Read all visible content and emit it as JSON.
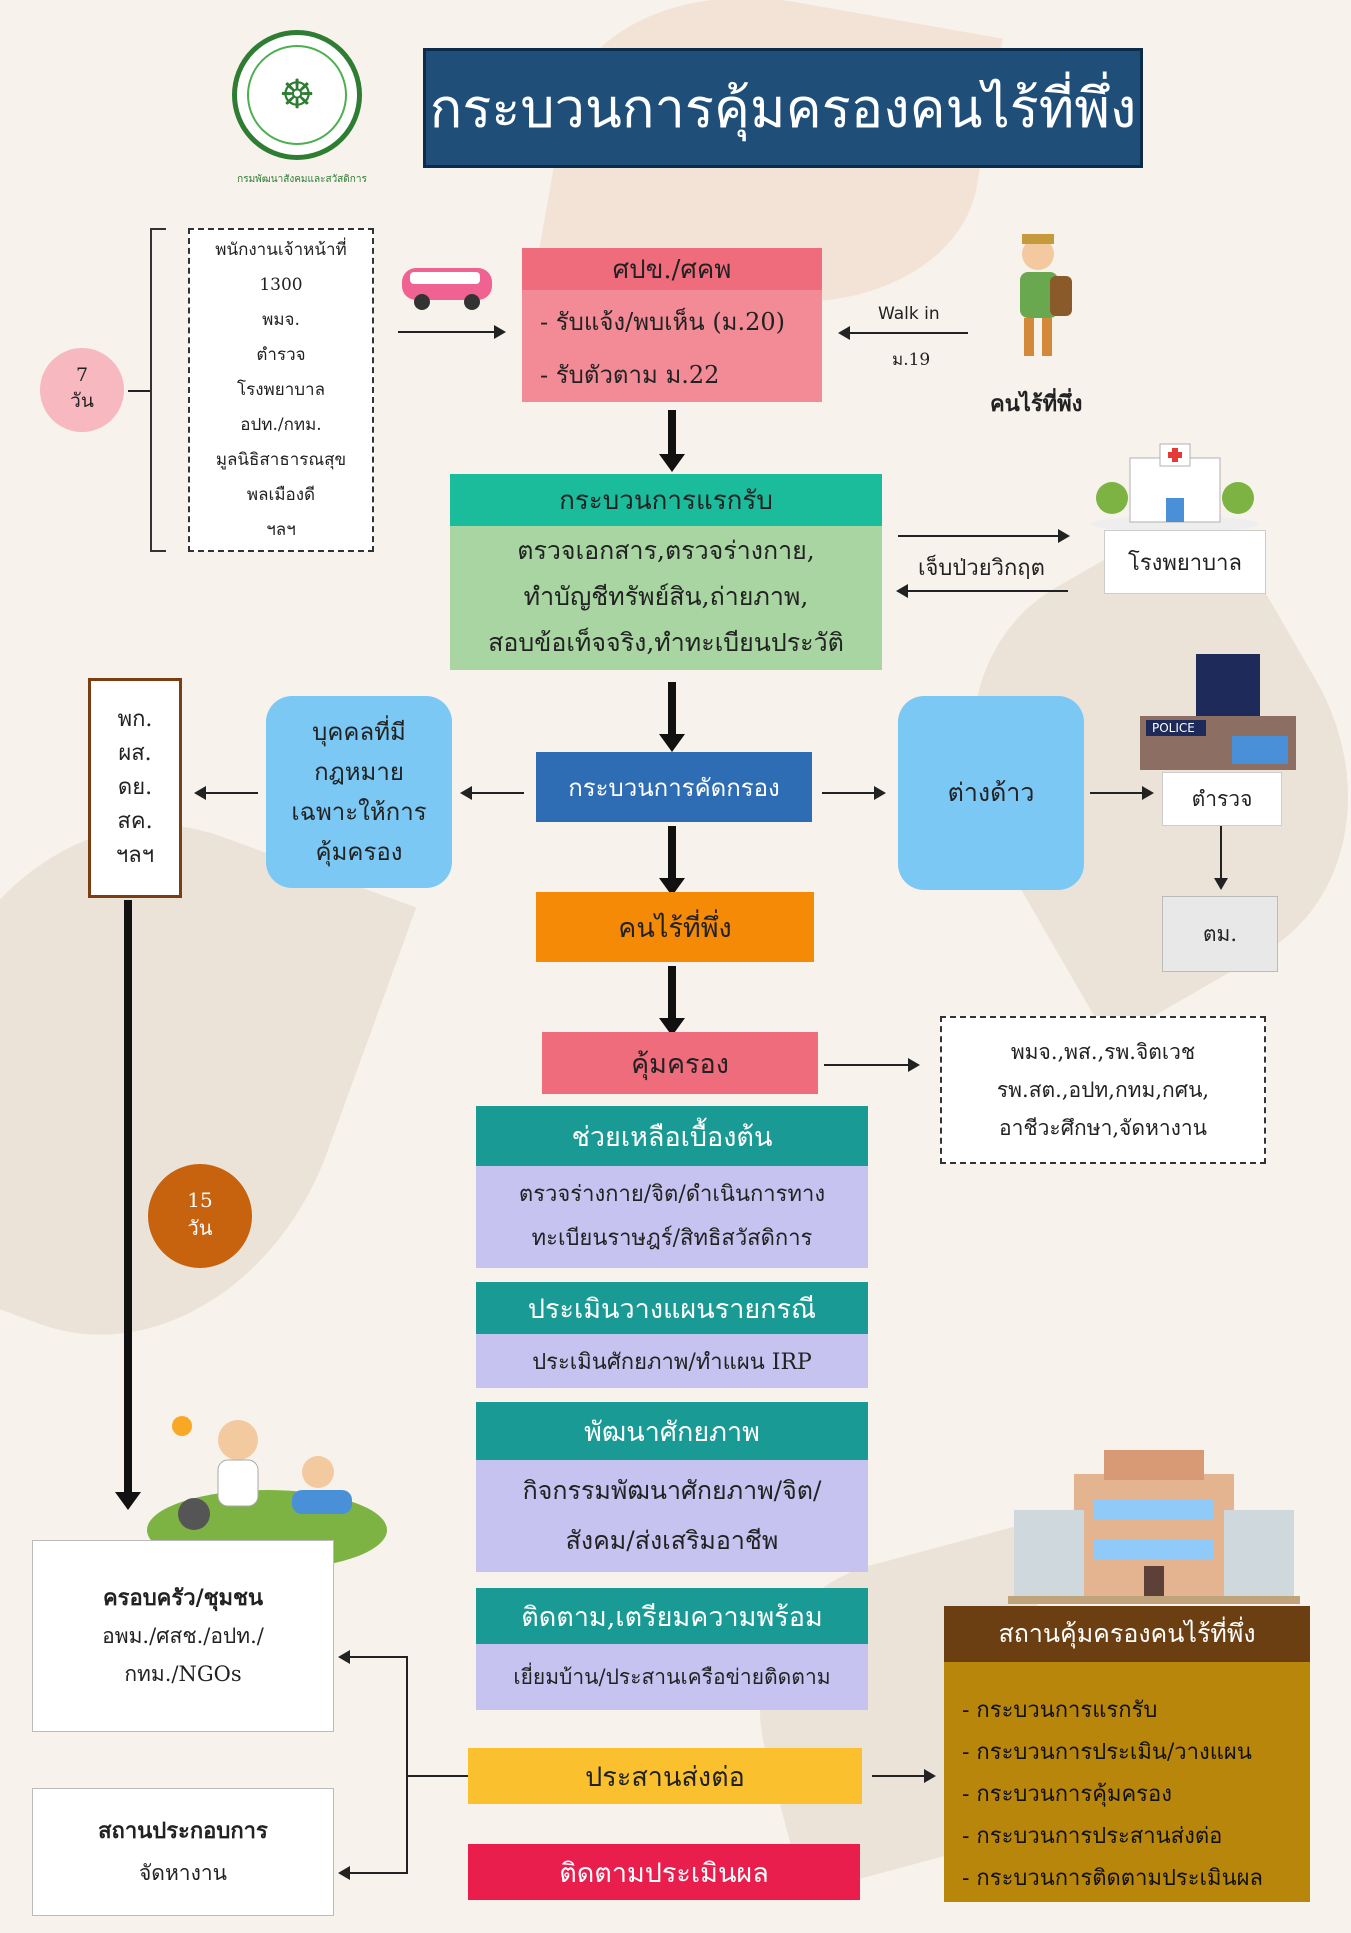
{
  "colors": {
    "title_bg": "#1f4e79",
    "pink_box": "#f28b96",
    "pink_head": "#ee6c7c",
    "green_head": "#1abc9c",
    "green_body": "#a8d5a2",
    "blue_box": "#7cc8f5",
    "screening": "#2e6db4",
    "orange": "#f58a07",
    "guard_pink": "#ee6c7c",
    "teal": "#1a9a94",
    "lavender": "#c7c3f0",
    "yellow": "#fbc02d",
    "red": "#e91e4d",
    "shelter_head": "#6b3f12",
    "shelter_body": "#b8860b",
    "brown_circle": "#c7620e",
    "pink_circle": "#f7b8c0"
  },
  "logo": {
    "caption": "กรมพัฒนาสังคมและสวัสดิการ",
    "icon": "dsdw-seal-icon"
  },
  "title": "กระบวนการคุ้มครองคนไร้ที่พึ่ง",
  "officers": {
    "items": [
      "พนักงานเจ้าหน้าที่",
      "1300",
      "พมจ.",
      "ตำรวจ",
      "โรงพยาบาล",
      "อปท./กทม.",
      "มูลนิธิสาธารณสุข",
      "พลเมืองดี",
      "ฯลฯ"
    ]
  },
  "seven_days": {
    "num": "7",
    "unit": "วัน"
  },
  "intake": {
    "head": "ศปข./ศคพ",
    "lines": [
      "- รับแจ้ง/พบเห็น (ม.20)",
      "- รับตัวตาม ม.22"
    ]
  },
  "walkin": {
    "label": "Walk in",
    "sub": "ม.19"
  },
  "homeless_person": "คนไร้ที่พึ่ง",
  "admission": {
    "head": "กระบวนการแรกรับ",
    "lines": [
      "ตรวจเอกสาร,ตรวจร่างกาย,",
      "ทำบัญชีทรัพย์สิน,ถ่ายภาพ,",
      "สอบข้อเท็จจริง,ทำทะเบียนประวัติ"
    ]
  },
  "critical_ill": "เจ็บป่วยวิกฤต",
  "hospital": "โรงพยาบาล",
  "screening": "กระบวนการคัดกรอง",
  "law_person": [
    "บุคคลที่มี",
    "กฎหมาย",
    "เฉพาะให้การ",
    "คุ้มครอง"
  ],
  "agencies_left": [
    "พก.",
    "ผส.",
    "ดย.",
    "สค.",
    "ฯลฯ"
  ],
  "foreigner": "ต่างด้าว",
  "police_box": "ตำรวจ",
  "police_sign": "POLICE",
  "immigration": "ตม.",
  "homeless_box": "คนไร้ที่พึ่ง",
  "protect": "คุ้มครอง",
  "partners": [
    "พมจ.,พส.,รพ.จิตเวช",
    "รพ.สต.,อปท,กทม,กศน,",
    "อาชีวะศึกษา,จัดหางาน"
  ],
  "fifteen_days": {
    "num": "15",
    "unit": "วัน"
  },
  "basic_help": {
    "head": "ช่วยเหลือเบื้องต้น",
    "lines": [
      "ตรวจร่างกาย/จิต/ดำเนินการทาง",
      "ทะเบียนราษฎร์/สิทธิสวัสดิการ"
    ]
  },
  "case_plan": {
    "head": "ประเมินวางแผนรายกรณี",
    "line": "ประเมินศักยภาพ/ทำแผน IRP"
  },
  "develop": {
    "head": "พัฒนาศักยภาพ",
    "lines": [
      "กิจกรรมพัฒนาศักยภาพ/จิต/",
      "สังคม/ส่งเสริมอาชีพ"
    ]
  },
  "followup_prep": {
    "head": "ติดตาม,เตรียมความพร้อม",
    "line": "เยี่ยมบ้าน/ประสานเครือข่ายติดตาม"
  },
  "coordinate": "ประสานส่งต่อ",
  "evaluate": "ติดตามประเมินผล",
  "family": {
    "head": "ครอบครัว/ชุมชน",
    "lines": [
      "อพม./ศสช./อปท./",
      "กทม./NGOs"
    ]
  },
  "employer": {
    "head": "สถานประกอบการ",
    "line": "จัดหางาน"
  },
  "shelter": {
    "head": "สถานคุ้มครองคนไร้ที่พึ่ง",
    "items": [
      "- กระบวนการแรกรับ",
      "- กระบวนการประเมิน/วางแผน",
      "- กระบวนการคุ้มครอง",
      "- กระบวนการประสานส่งต่อ",
      "- กระบวนการติดตามประเมินผล"
    ]
  }
}
